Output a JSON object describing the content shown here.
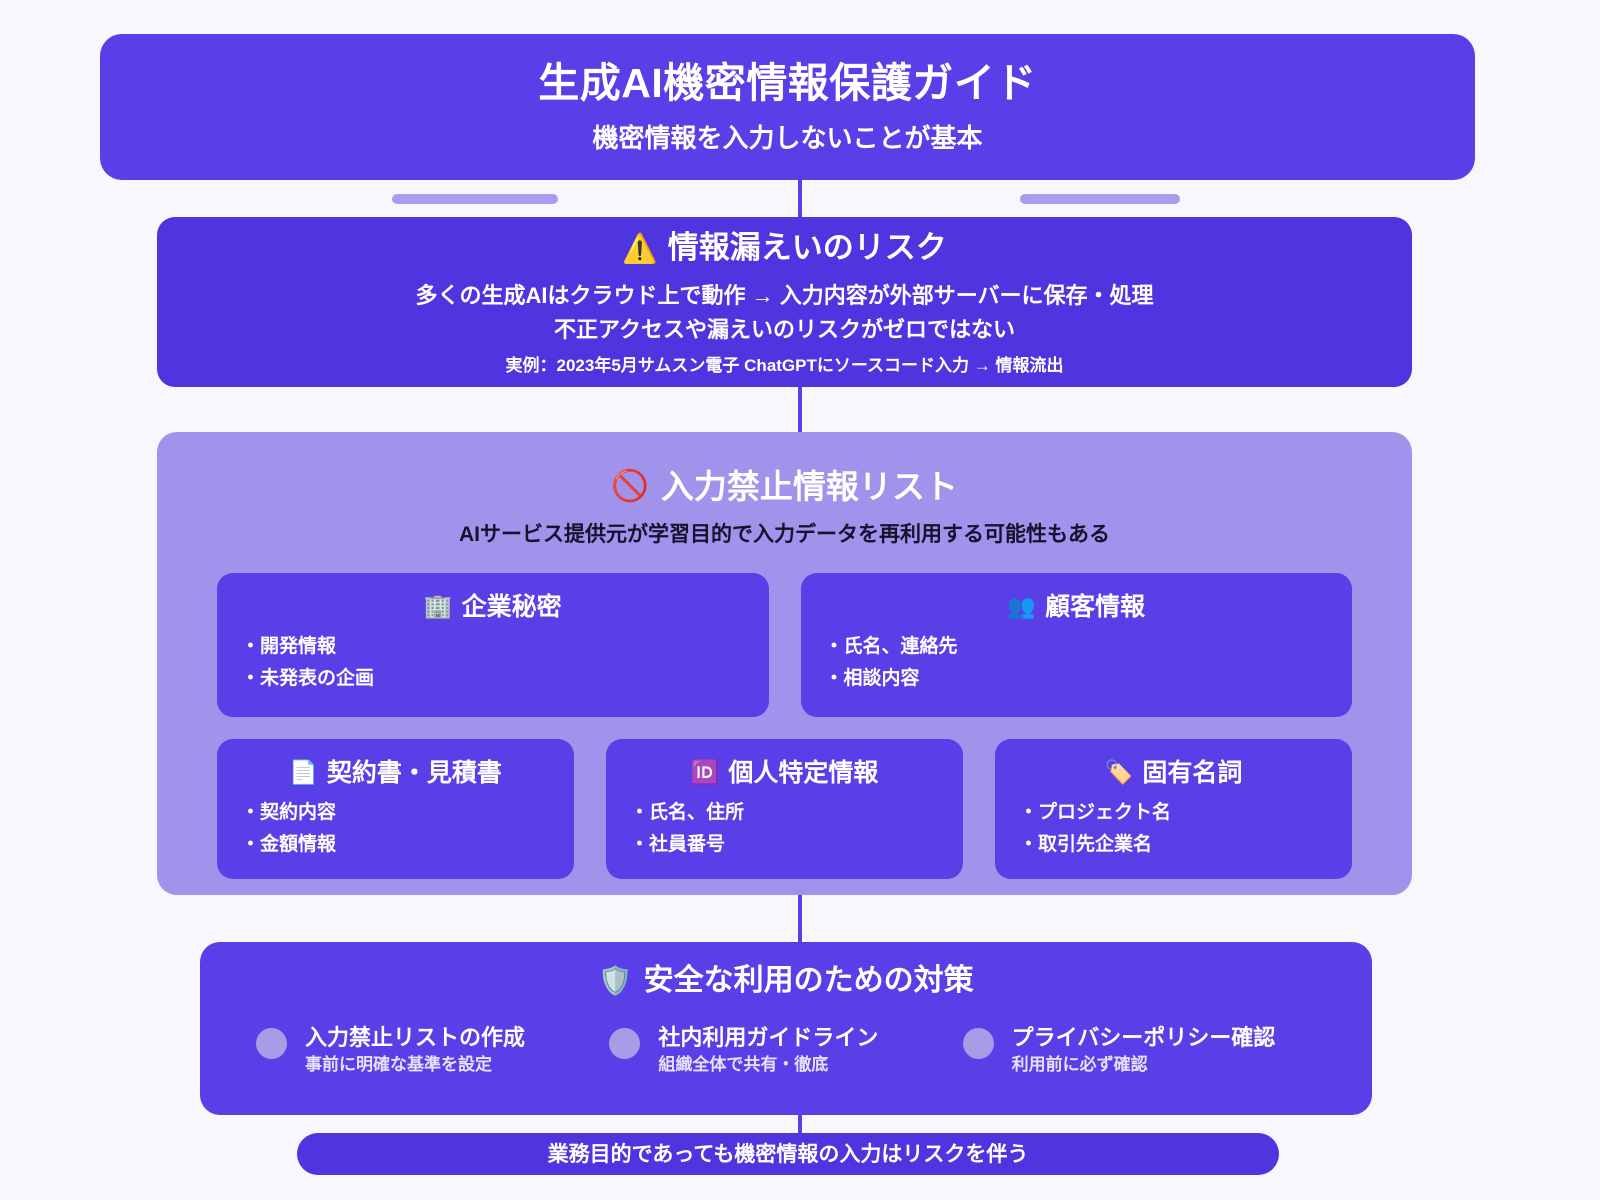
{
  "theme": {
    "background": "#f8f7fd",
    "primary": "#5a3ee8",
    "primary_dark": "#4f35e0",
    "panel_light": "#a193ec",
    "accent_dot": "#a79ce8",
    "dash_bar": "#a79cf0"
  },
  "header": {
    "title": "生成AI機密情報保護ガイド",
    "subtitle": "機密情報を入力しないことが基本"
  },
  "risk": {
    "icon": "warning-icon",
    "icon_glyph": "⚠️",
    "title": "情報漏えいのリスク",
    "line1": "多くの生成AIはクラウド上で動作 → 入力内容が外部サーバーに保存・処理",
    "line2": "不正アクセスや漏えいのリスクがゼロではない",
    "note": "実例：2023年5月サムスン電子 ChatGPTにソースコード入力 → 情報流出"
  },
  "forbidden": {
    "icon": "prohibited-icon",
    "icon_glyph": "🚫",
    "title": "入力禁止情報リスト",
    "subtitle": "AIサービス提供元が学習目的で入力データを再利用する可能性もある",
    "row1": [
      {
        "icon": "office-building-icon",
        "icon_glyph": "🏢",
        "title": "企業秘密",
        "items": [
          "開発情報",
          "未発表の企画"
        ]
      },
      {
        "icon": "people-icon",
        "icon_glyph": "👥",
        "title": "顧客情報",
        "items": [
          "氏名、連絡先",
          "相談内容"
        ]
      }
    ],
    "row2": [
      {
        "icon": "document-icon",
        "icon_glyph": "📄",
        "title": "契約書・見積書",
        "items": [
          "契約内容",
          "金額情報"
        ]
      },
      {
        "icon": "id-badge-icon",
        "icon_glyph": "🆔",
        "title": "個人特定情報",
        "items": [
          "氏名、住所",
          "社員番号"
        ]
      },
      {
        "icon": "label-tag-icon",
        "icon_glyph": "🏷️",
        "title": "固有名詞",
        "items": [
          "プロジェクト名",
          "取引先企業名"
        ]
      }
    ]
  },
  "measures": {
    "icon": "shield-icon",
    "icon_glyph": "🛡️",
    "title": "安全な利用のための対策",
    "items": [
      {
        "label": "入力禁止リストの作成",
        "desc": "事前に明確な基準を設定"
      },
      {
        "label": "社内利用ガイドライン",
        "desc": "組織全体で共有・徹底"
      },
      {
        "label": "プライバシーポリシー確認",
        "desc": "利用前に必ず確認"
      }
    ]
  },
  "footer": {
    "text": "業務目的であっても機密情報の入力はリスクを伴う"
  }
}
